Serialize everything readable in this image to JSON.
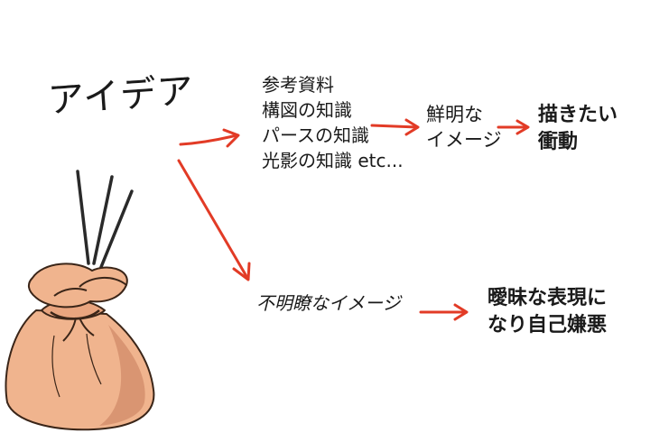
{
  "diagram": {
    "root": "アイデア",
    "knowledge_items": [
      "参考資料",
      "構図の知識",
      "パースの知識",
      "光影の知識 etc..."
    ],
    "clear_image": [
      "鮮明な",
      "イメージ"
    ],
    "urge_to_draw": [
      "描きたい",
      "衝動"
    ],
    "vague_image": "不明瞭なイメージ",
    "self_loathing": [
      "曖昧な表現に",
      "なり自己嫌悪"
    ]
  },
  "colors": {
    "arrow": "#e23b26",
    "bag_fill": "#f0b48e",
    "bag_shade": "#d99572",
    "ink": "#1a1a1a"
  }
}
